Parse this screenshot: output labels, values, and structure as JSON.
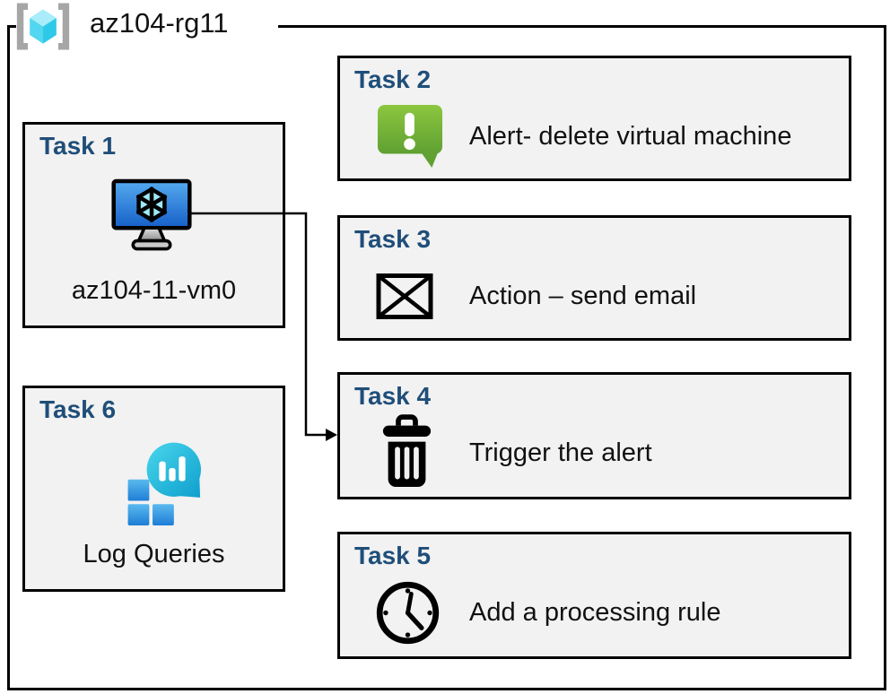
{
  "header": {
    "label": "az104-rg11",
    "icon": "resource-group-icon"
  },
  "tasks": [
    {
      "title": "Task 1",
      "caption": "az104-11-vm0",
      "icon": "virtual-machine-icon"
    },
    {
      "title": "Task 2",
      "text": "Alert- delete virtual machine",
      "icon": "alert-message-icon"
    },
    {
      "title": "Task 3",
      "text": "Action – send email",
      "icon": "email-envelope-icon"
    },
    {
      "title": "Task 4",
      "text": "Trigger the alert",
      "icon": "trash-icon"
    },
    {
      "title": "Task 5",
      "text": "Add a processing rule",
      "icon": "clock-icon"
    },
    {
      "title": "Task 6",
      "caption": "Log Queries",
      "icon": "log-analytics-icon"
    }
  ],
  "connector": {
    "from": "az104-11-vm0",
    "to": "Task 4"
  },
  "colors": {
    "task_title": "#1F4E79",
    "box_background": "#F2F2F2",
    "border": "#000000",
    "alert_green_light": "#8CC73F",
    "alert_green_dark": "#5FA032",
    "vm_screen_light": "#55AAEF",
    "vm_screen_dark": "#1660C8",
    "log_bubble_light": "#45D2EA",
    "log_bubble_dark": "#0FA0CE",
    "log_square_light": "#5BB9EE",
    "log_square_dark": "#1E7ED6",
    "rg_bracket_gray": "#A6A6A6",
    "rg_cube_cyan": "#53D7F1"
  }
}
